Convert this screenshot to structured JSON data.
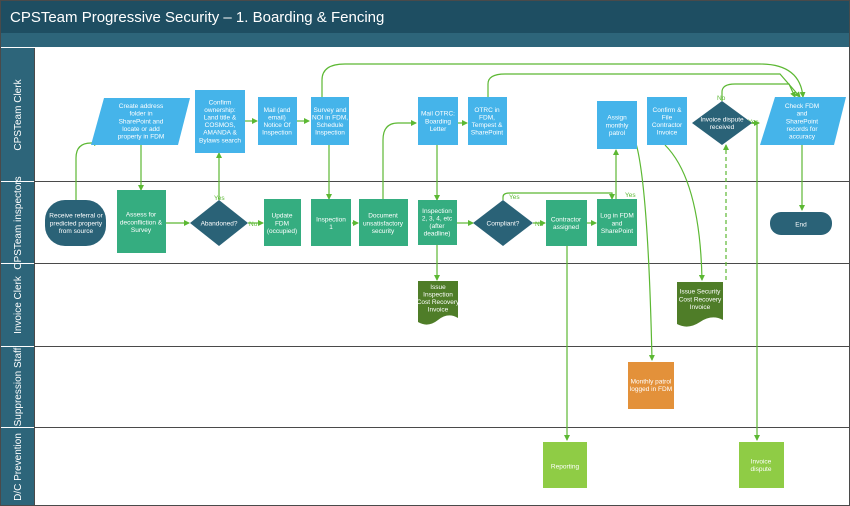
{
  "title": "CPSTeam Progressive Security – 1. Boarding & Fencing",
  "colors": {
    "header": "#1e4e62",
    "lane_header": "#2d657a",
    "lane_border": "#4a4a4a",
    "process_blue": "#45b4ea",
    "process_green": "#35ad80",
    "terminal": "#2a6277",
    "decision": "#2a6277",
    "document": "#4f7d28",
    "orange": "#e3913a",
    "light_green": "#8fcc45",
    "arrow": "#5cb833"
  },
  "lanes": [
    {
      "label": "CPSTeam Clerk"
    },
    {
      "label": "CPSTeam inspectors"
    },
    {
      "label": "Invoice Clerk"
    },
    {
      "label": "Suppression Staff"
    },
    {
      "label": "D/C Prevention"
    }
  ],
  "nodes": {
    "receive_referral": [
      "Receive referral or",
      "predicted property",
      "from source"
    ],
    "create_folder": [
      "Create address",
      "folder in",
      "SharePoint and",
      "locate or add",
      "property in FDM"
    ],
    "assess": [
      "Assess for",
      "deconfliction &",
      "Survey"
    ],
    "abandoned": [
      "Abandoned?"
    ],
    "confirm_ownership": [
      "Confirm",
      "ownership:",
      "Land title &",
      "COSMOS,",
      "AMANDA &",
      "Bylaws search"
    ],
    "update_fdm": [
      "Update",
      "FDM",
      "(occupied)"
    ],
    "mail_notice": [
      "Mail (and",
      "email)",
      "Notice Of",
      "Inspection"
    ],
    "survey_noi": [
      "Survey and",
      "NOI in FDM,",
      "Schedule",
      "Inspection"
    ],
    "inspection1": [
      "Inspection",
      "1"
    ],
    "document_security": [
      "Document",
      "unsatisfactory",
      "security"
    ],
    "mail_otrc": [
      "Mail OTRC:",
      "Boarding",
      "Letter"
    ],
    "otrc_fdm": [
      "OTRC in",
      "FDM,",
      "Tempest &",
      "SharePoint"
    ],
    "inspection_n": [
      "Inspection",
      "2, 3, 4, etc",
      "(after",
      "deadline)"
    ],
    "compliant": [
      "Compliant?"
    ],
    "contractor": [
      "Contractor",
      "assigned"
    ],
    "log_fdm": [
      "Log in FDM",
      "and",
      "SharePoint"
    ],
    "assign_patrol": [
      "Assign",
      "monthly",
      "patrol"
    ],
    "confirm_file": [
      "Confirm &",
      "File",
      "Contractor",
      "Invoice"
    ],
    "invoice_dispute_received": [
      "Invoice dispute",
      "received"
    ],
    "check_fdm": [
      "Check FDM",
      "and",
      "SharePoint",
      "records for",
      "accuracy"
    ],
    "end": [
      "End"
    ],
    "issue_inspection_invoice": [
      "Issue",
      "Inspection",
      "Cost Recovery",
      "Invoice"
    ],
    "issue_security_invoice": [
      "Issue Security",
      "Cost Recovery",
      "Invoice"
    ],
    "monthly_patrol": [
      "Monthly patrol",
      "logged in FDM"
    ],
    "reporting": [
      "Reporting"
    ],
    "invoice_dispute": [
      "Invoice",
      "dispute"
    ]
  },
  "edge_labels": {
    "yes": "Yes",
    "no": "No"
  }
}
